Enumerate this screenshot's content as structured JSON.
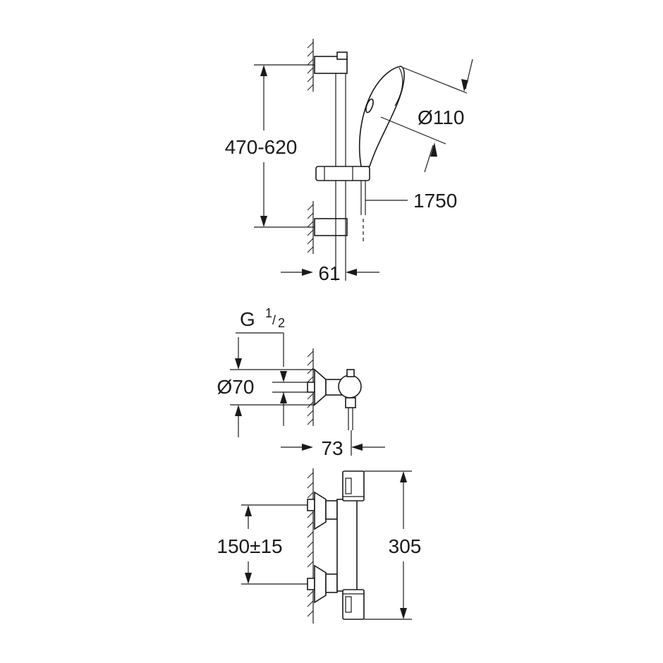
{
  "dimensions": {
    "rail_height_range": "470-620",
    "handshower_diameter": "Ø110",
    "hose_length": "1750",
    "rail_depth": "61",
    "thread_letter": "G",
    "thread_num": "1",
    "thread_den": "2",
    "escutcheon_diameter": "Ø70",
    "mixer_depth": "73",
    "inlet_spacing": "150±15",
    "mixer_length": "305"
  }
}
